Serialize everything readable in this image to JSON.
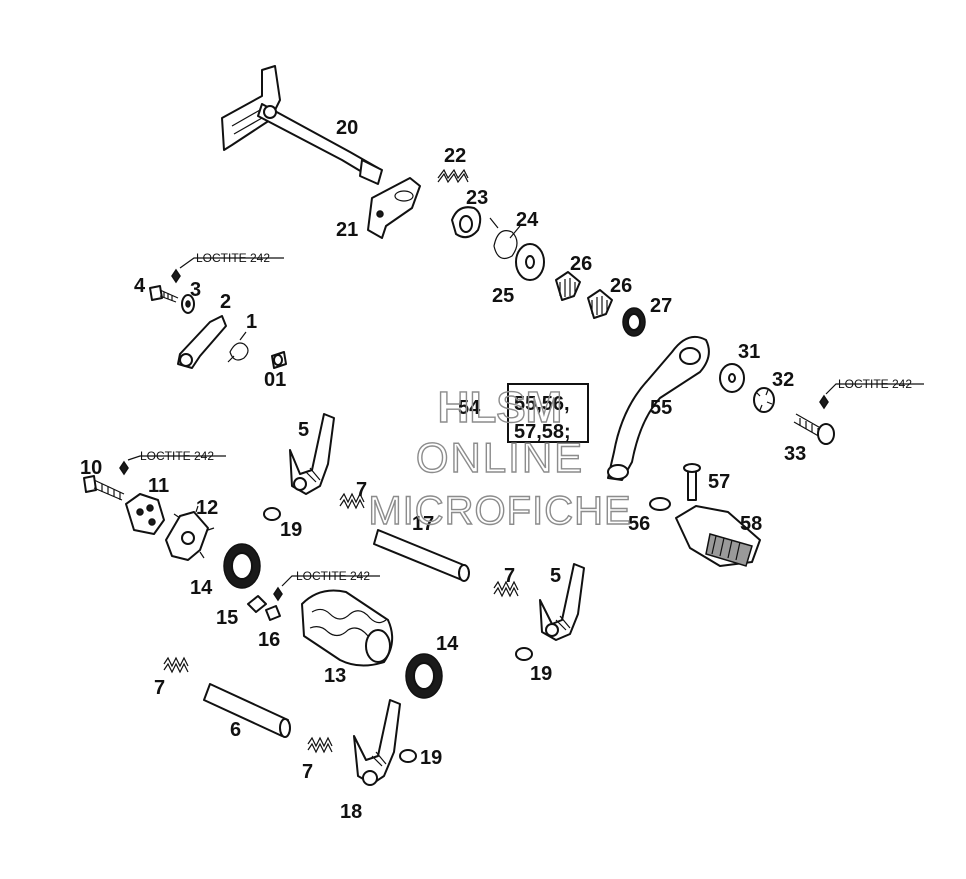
{
  "callouts": {
    "c20": "20",
    "c21": "21",
    "c22": "22",
    "c23": "23",
    "c24": "24",
    "c25": "25",
    "c26a": "26",
    "c26b": "26",
    "c27": "27",
    "c4": "4",
    "c3": "3",
    "c2": "2",
    "c1": "1",
    "c01": "01",
    "c5a": "5",
    "c5b": "5",
    "c7a": "7",
    "c7b": "7",
    "c7c": "7",
    "c7d": "7",
    "c10": "10",
    "c11": "11",
    "c12": "12",
    "c13": "13",
    "c14a": "14",
    "c14b": "14",
    "c15": "15",
    "c16": "16",
    "c17": "17",
    "c18": "18",
    "c19a": "19",
    "c19b": "19",
    "c19c": "19",
    "c6": "6",
    "c31": "31",
    "c32": "32",
    "c33": "33",
    "c54": "54",
    "c55": "55",
    "c56": "56",
    "c57": "57",
    "c58": "58"
  },
  "loctite": {
    "l1": "LOCTITE 242",
    "l2": "LOCTITE 242",
    "l3": "LOCTITE 242",
    "l4": "LOCTITE 242"
  },
  "boxed_note": {
    "line1": "55,56,",
    "line2": "57,58;"
  },
  "watermark": {
    "line1": "HLSM",
    "line2": "ONLINE",
    "line3": "MICROFICHE"
  }
}
